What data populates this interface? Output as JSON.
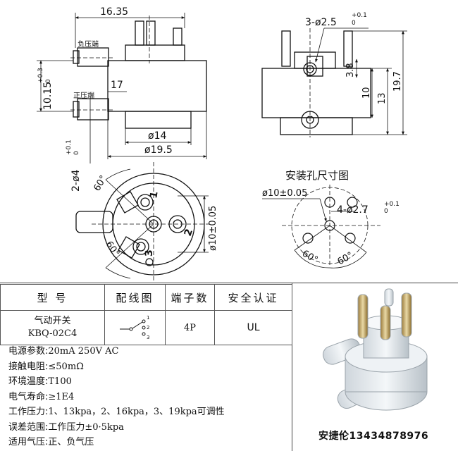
{
  "drawing": {
    "dims": {
      "width_total": "16.35",
      "top_hole": "3-ø2.5",
      "top_hole_tol_plus": "+0.1",
      "top_hole_tol_zero": "0",
      "neg_pressure_port": "负压端",
      "pos_pressure_port": "正压端",
      "height_left": "10.15",
      "height_left_tol_plus": "+0.3",
      "height_left_tol_zero": "0",
      "dim_17": "17",
      "dia_14": "ø14",
      "dia_19_5": "ø19.5",
      "side_hole": "2-ø4",
      "side_hole_tol_plus": "+0.1",
      "side_hole_tol_zero": "0",
      "dim_3_8": "3.8",
      "dim_10": "10",
      "dim_13": "13",
      "dim_19_7": "19.7",
      "angle_top": "60°",
      "angle_bottom": "60°",
      "pin_1": "1",
      "pin_2": "2",
      "pin_3": "3",
      "dia_10_side": "ø10±0.05",
      "mount_title": "安装孔尺寸图",
      "mount_dia": "ø10±0.05",
      "mount_holes": "4-ø2.7",
      "mount_holes_tol_plus": "+0.1",
      "mount_holes_tol_zero": "0",
      "mount_angle_left": "60°",
      "mount_angle_right": "60°"
    }
  },
  "table": {
    "headers": [
      "型 号",
      "配线图",
      "端子数",
      "安全认证"
    ],
    "row": {
      "model_line1": "气动开关",
      "model_line2": "KBQ-02C4",
      "wiring_labels": [
        "1",
        "2",
        "3"
      ],
      "terminals": "4P",
      "certification": "UL"
    }
  },
  "params": [
    {
      "label": "电源参数:",
      "value": "20mA 250V AC"
    },
    {
      "label": "接触电阻:",
      "value": "≤50mΩ"
    },
    {
      "label": "环境温度:",
      "value": "T100"
    },
    {
      "label": "电气寿命:",
      "value": "≥1E4"
    },
    {
      "label": "工作压力:",
      "value": "1、13kpa，2、16kpa，3、19kpa可调性"
    },
    {
      "label": "误差范围:",
      "value": "工作压力±0·5kpa"
    },
    {
      "label": "适用气压:",
      "value": "正、负气压"
    }
  ],
  "contact": "安捷伦13434878976"
}
